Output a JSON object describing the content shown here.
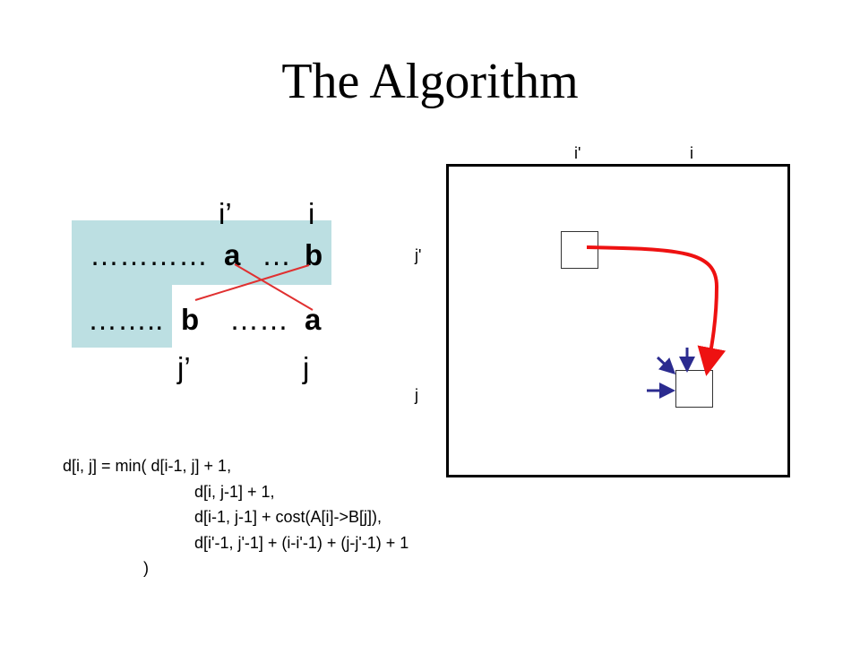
{
  "title": "The Algorithm",
  "alignment": {
    "top_labels": {
      "i_prime": "i’",
      "i": "i"
    },
    "string_a": {
      "dots1": "…………",
      "char1": "a",
      "dots2": "…",
      "char2": "b"
    },
    "string_b": {
      "dots1": "……..",
      "char1": "b",
      "dots2": "……",
      "char2": "a"
    },
    "bottom_labels": {
      "j_prime": "j’",
      "j": "j"
    }
  },
  "matrix": {
    "col_labels": {
      "i_prime": "i'",
      "i": "i"
    },
    "row_labels": {
      "j_prime": "j'",
      "j": "j"
    }
  },
  "formula": {
    "line1": "d[i, j] = min( d[i-1, j] + 1,",
    "line2": "d[i, j-1] + 1,",
    "line3": "d[i-1, j-1] + cost(A[i]->B[j]),",
    "line4": "d[i'-1, j'-1] + (i-i'-1) + (j-j'-1) + 1",
    "line5": ")"
  },
  "colors": {
    "highlight": "#bcdfe2",
    "cross_lines": "#e03030",
    "curve_arrow": "#ee1111",
    "neighbor_arrows": "#2b2b8f"
  }
}
